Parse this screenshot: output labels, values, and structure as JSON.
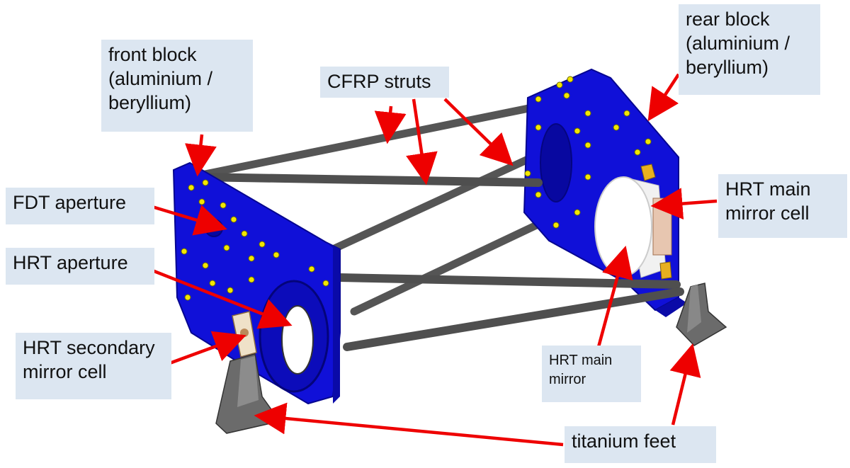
{
  "labels": {
    "front_block": "front block\n(aluminium /\nberyllium)",
    "rear_block": "rear block\n(aluminium /\nberyllium)",
    "cfrp_struts": "CFRP struts",
    "fdt_aperture": "FDT aperture",
    "hrt_aperture": "HRT aperture",
    "hrt_secondary_mirror_cell": "HRT secondary\nmirror cell",
    "hrt_main_mirror_cell": "HRT main\nmirror cell",
    "hrt_main_mirror": "HRT main\nmirror",
    "titanium_feet": "titanium feet"
  },
  "colors": {
    "block_blue": "#1010d8",
    "block_shade": "#0a0aa8",
    "strut_gray": "#5a5a5a",
    "arrow_red": "#ee0000",
    "label_bg": "#dce6f1",
    "bolt_yellow": "#f2e600",
    "mirror_white": "#ffffff",
    "feet_gray": "#6b6b6b",
    "bracket_gold": "#e8b020"
  }
}
